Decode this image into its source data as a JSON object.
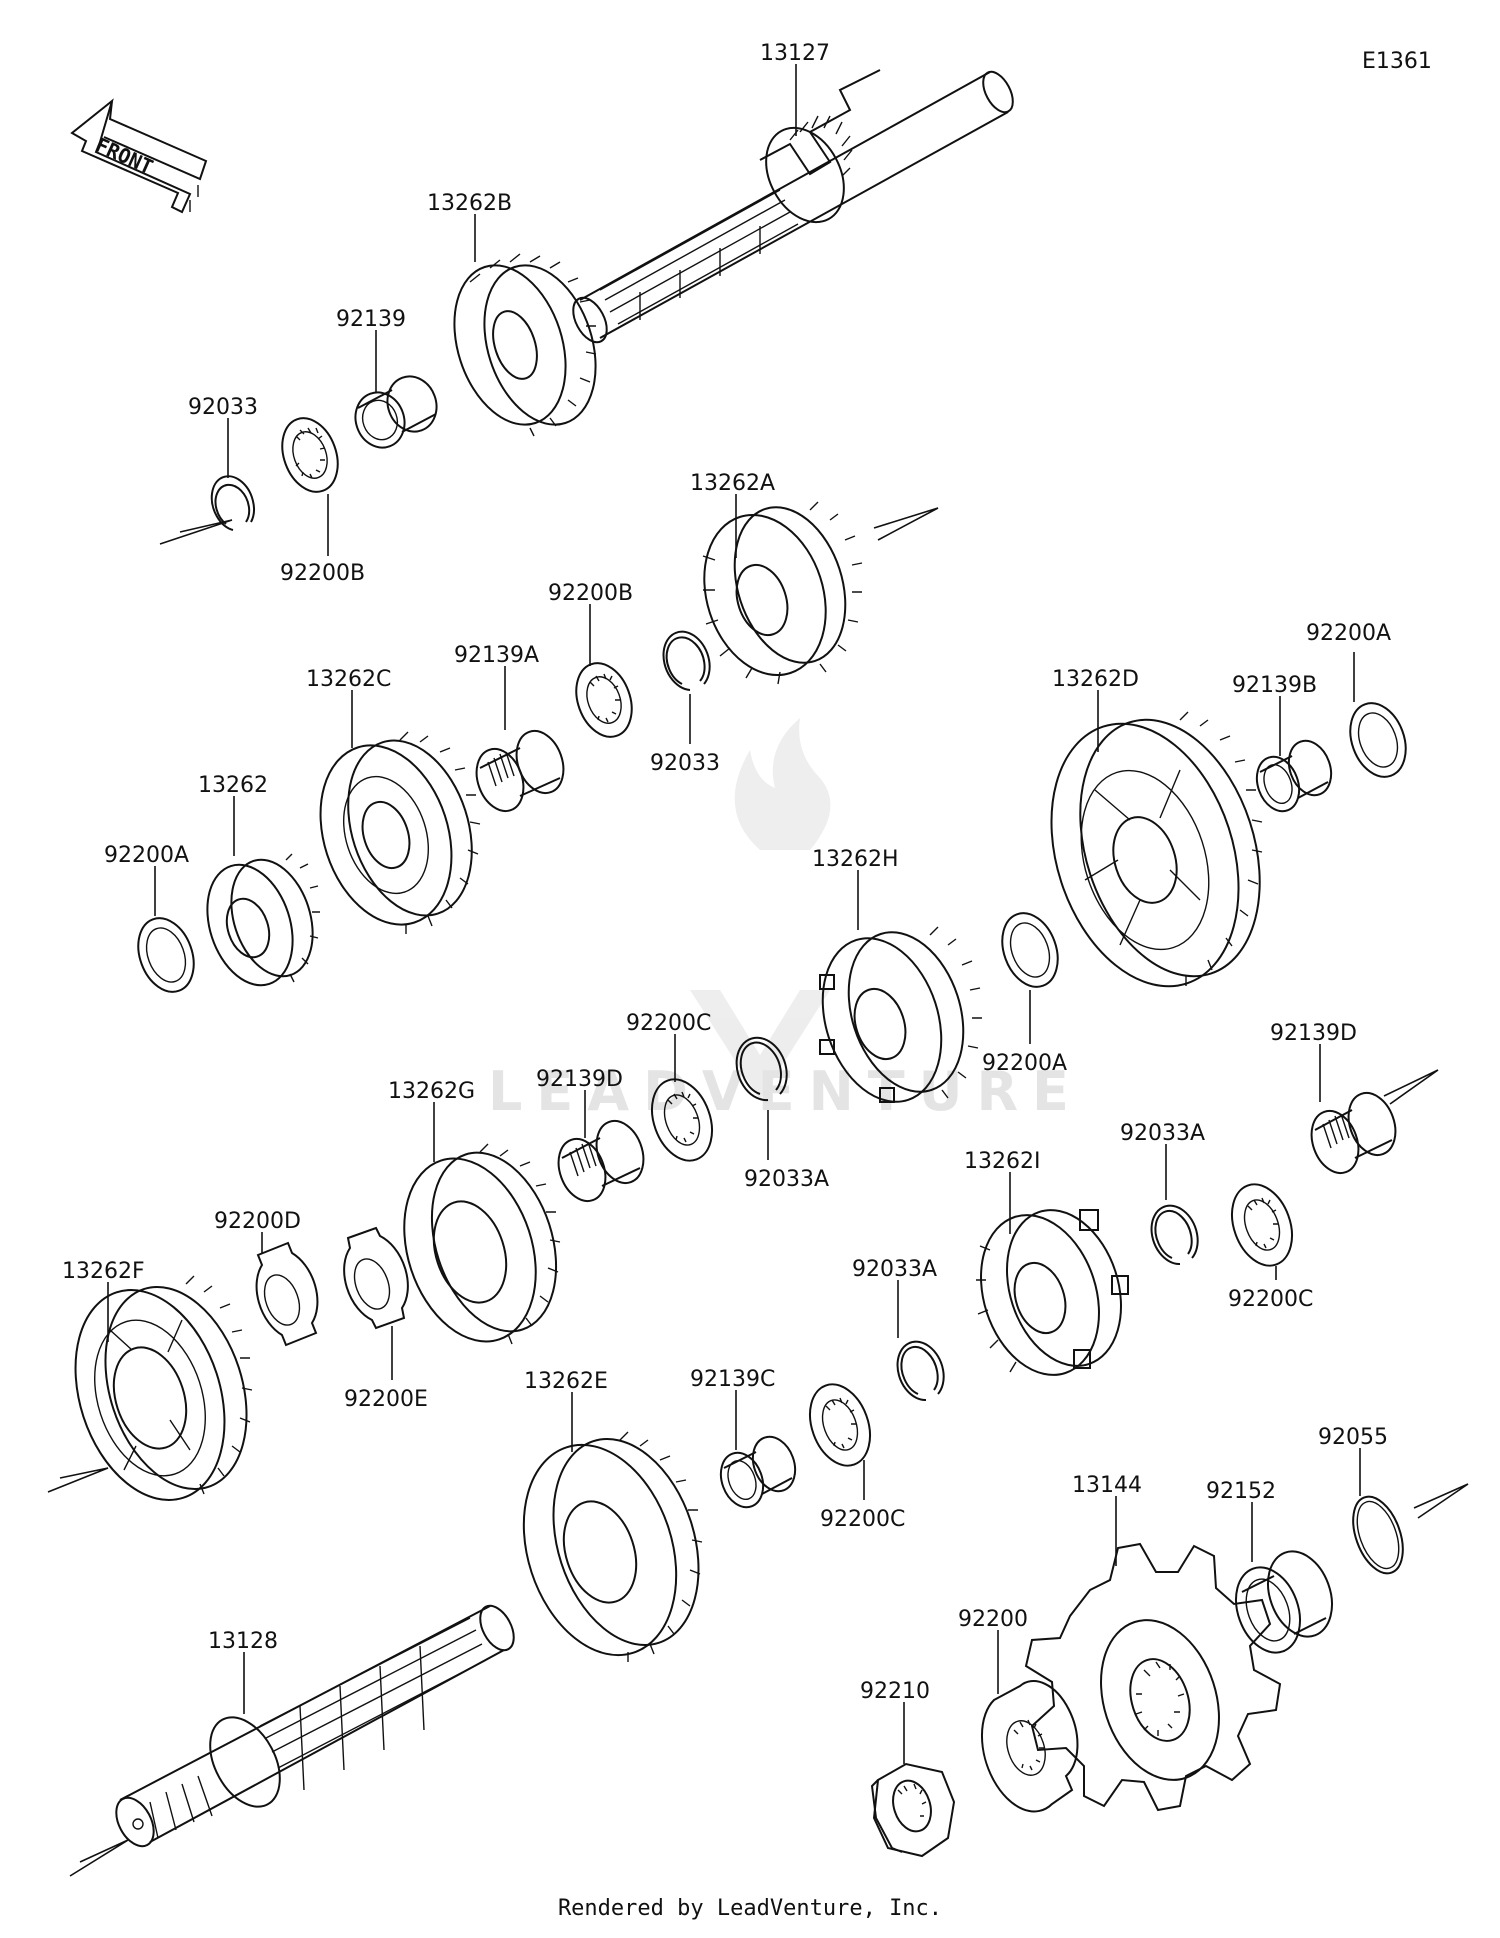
{
  "diagram_code": "E1361",
  "front_label": "FRONT",
  "watermark": "LEADVENTURE",
  "footer": "Rendered by LeadVenture, Inc.",
  "parts": [
    {
      "id": "p13127",
      "label": "13127",
      "shape": "shaft-top"
    },
    {
      "id": "p13262B",
      "label": "13262B",
      "shape": "gear"
    },
    {
      "id": "p92139_top",
      "label": "92139",
      "shape": "bushing"
    },
    {
      "id": "p92033_top",
      "label": "92033",
      "shape": "circlip"
    },
    {
      "id": "p92200B_top",
      "label": "92200B",
      "shape": "washer-splined"
    },
    {
      "id": "p13262A",
      "label": "13262A",
      "shape": "gear-dog"
    },
    {
      "id": "p92200B_mid",
      "label": "92200B",
      "shape": "washer-splined"
    },
    {
      "id": "p92139A",
      "label": "92139A",
      "shape": "needle-bearing"
    },
    {
      "id": "p92033_mid",
      "label": "92033",
      "shape": "circlip"
    },
    {
      "id": "p13262C",
      "label": "13262C",
      "shape": "gear"
    },
    {
      "id": "p13262",
      "label": "13262",
      "shape": "gear-small"
    },
    {
      "id": "p92200A_left",
      "label": "92200A",
      "shape": "washer"
    },
    {
      "id": "p13262D",
      "label": "13262D",
      "shape": "gear-large"
    },
    {
      "id": "p92139B",
      "label": "92139B",
      "shape": "bushing"
    },
    {
      "id": "p92200A_right",
      "label": "92200A",
      "shape": "washer"
    },
    {
      "id": "p13262H",
      "label": "13262H",
      "shape": "gear-dog"
    },
    {
      "id": "p92200A_mid",
      "label": "92200A",
      "shape": "washer"
    },
    {
      "id": "p92200C_a",
      "label": "92200C",
      "shape": "washer-splined"
    },
    {
      "id": "p92139D_a",
      "label": "92139D",
      "shape": "needle-bearing"
    },
    {
      "id": "p92033A_a",
      "label": "92033A",
      "shape": "circlip"
    },
    {
      "id": "p13262G",
      "label": "13262G",
      "shape": "gear"
    },
    {
      "id": "p92139D_b",
      "label": "92139D",
      "shape": "needle-bearing"
    },
    {
      "id": "p92033A_b",
      "label": "92033A",
      "shape": "circlip"
    },
    {
      "id": "p13262I",
      "label": "13262I",
      "shape": "gear-dog"
    },
    {
      "id": "p92200C_b",
      "label": "92200C",
      "shape": "washer-splined"
    },
    {
      "id": "p92200D",
      "label": "92200D",
      "shape": "washer-tabbed"
    },
    {
      "id": "p92200E",
      "label": "92200E",
      "shape": "washer-tabbed"
    },
    {
      "id": "p13262F",
      "label": "13262F",
      "shape": "gear-large"
    },
    {
      "id": "p92033A_c",
      "label": "92033A",
      "shape": "circlip"
    },
    {
      "id": "p13262E",
      "label": "13262E",
      "shape": "gear-large"
    },
    {
      "id": "p92139C",
      "label": "92139C",
      "shape": "bushing"
    },
    {
      "id": "p92200C_c",
      "label": "92200C",
      "shape": "washer-splined"
    },
    {
      "id": "p92055",
      "label": "92055",
      "shape": "oring"
    },
    {
      "id": "p92152",
      "label": "92152",
      "shape": "collar"
    },
    {
      "id": "p13144",
      "label": "13144",
      "shape": "sprocket"
    },
    {
      "id": "p92200",
      "label": "92200",
      "shape": "lock-washer"
    },
    {
      "id": "p92210",
      "label": "92210",
      "shape": "nut"
    },
    {
      "id": "p13128",
      "label": "13128",
      "shape": "shaft-bottom"
    }
  ]
}
